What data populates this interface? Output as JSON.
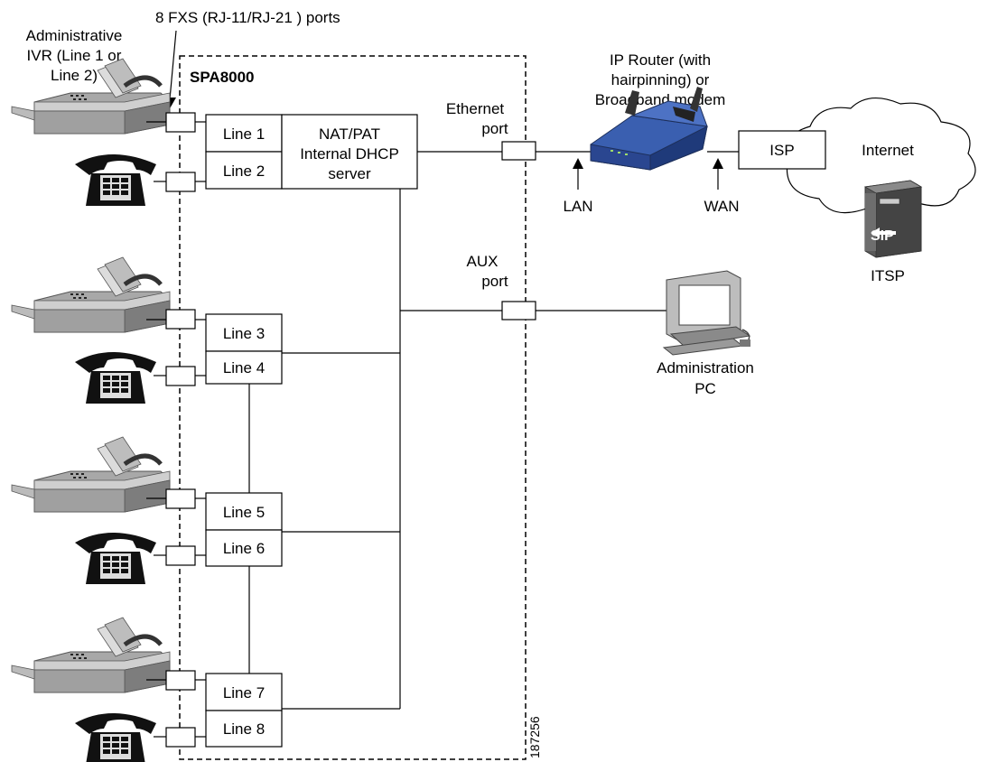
{
  "labels": {
    "fxs_ports": "8 FXS (RJ-11/RJ-21 ) ports",
    "admin_ivr": [
      "Administrative",
      "IVR (Line 1 or",
      "Line 2)"
    ],
    "device": "SPA8000",
    "nat_box": [
      "NAT/PAT",
      "Internal DHCP",
      "server"
    ],
    "ethernet_port": [
      "Ethernet",
      "port"
    ],
    "aux_port": [
      "AUX",
      "port"
    ],
    "router": [
      "IP Router (with",
      "hairpinning) or",
      "Broadband modem"
    ],
    "lan": "LAN",
    "wan": "WAN",
    "isp": "ISP",
    "internet": "Internet",
    "itsp": "ITSP",
    "sip_logo": "SIP",
    "admin_pc": [
      "Administration",
      "PC"
    ],
    "figure_id": "187256"
  },
  "lines": [
    "Line 1",
    "Line 2",
    "Line 3",
    "Line 4",
    "Line 5",
    "Line 6",
    "Line 7",
    "Line 8"
  ],
  "colors": {
    "device_gray": "#9a9a9a",
    "router_blue": "#3a5fb0",
    "cloud_fill": "#ffffff"
  }
}
